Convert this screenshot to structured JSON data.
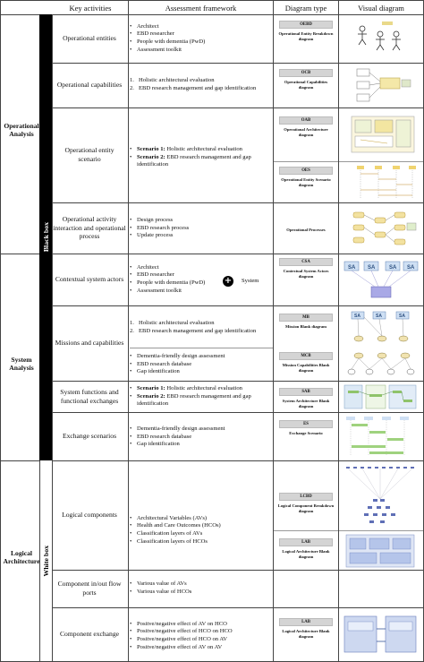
{
  "headers": {
    "key_activities": "Key activities",
    "assessment_framework": "Assessment framework",
    "diagram_type": "Diagram type",
    "visual_diagram": "Visual diagram"
  },
  "phases": {
    "operational": "Operational Analysis",
    "system": "System Analysis",
    "logical": "Logical Architecture"
  },
  "boxes": {
    "black": "Black box",
    "white": "White box"
  },
  "rows": [
    {
      "activity": "Operational entities",
      "framework": [
        "Architect",
        "EBD researcher",
        "People with dementia (PwD)",
        "Assessment toolkit"
      ],
      "diagrams": [
        {
          "tag": "OEBD",
          "name": "Operational Entity Breakdown diagram"
        }
      ]
    },
    {
      "activity": "Operational capabilities",
      "framework": [
        "Holistic architectural evaluation",
        "EBD research management and gap identification"
      ],
      "diagrams": [
        {
          "tag": "OCB",
          "name": "Operational Capabilities diagram"
        }
      ]
    },
    {
      "activity": "Operational entity scenario",
      "framework": [
        {
          "bold": "Scenario 1:",
          "text": " Holistic architectural evaluation"
        },
        {
          "bold": "Scenario 2:",
          "text": " EBD research management and gap identification"
        }
      ],
      "diagrams": [
        {
          "tag": "OAB",
          "name": "Operational Architecture diagram"
        },
        {
          "tag": "OES",
          "name": "Operational Entity Scenario diagram"
        }
      ]
    },
    {
      "activity": "Operational activity interaction and operational process",
      "framework": [
        "Design process",
        "EBD research process",
        "Update process"
      ],
      "diagrams": [
        {
          "tag": "",
          "name": "Operational Processes"
        }
      ]
    },
    {
      "activity": "Contextual system actors",
      "framework": [
        "Architect",
        "EBD researcher",
        "People with dementia (PwD)",
        "Assessment toolkit"
      ],
      "system_label": "System",
      "plus": "+",
      "diagrams": [
        {
          "tag": "CSA",
          "name": "Contextual System Actors diagram"
        }
      ]
    },
    {
      "activity": "Missions and capabilities",
      "framework_a": [
        "Holistic architectural evaluation",
        "EBD research management and gap identification"
      ],
      "framework_b": [
        "Dementia-friendly design assessment",
        "EBD research database",
        "Gap identification"
      ],
      "diagrams": [
        {
          "tag": "MB",
          "name": "Mission Blank diagram"
        },
        {
          "tag": "MCB",
          "name": "Mission Capabilities Blank diagram"
        }
      ]
    },
    {
      "activity": "System functions and functional exchanges",
      "framework": [
        {
          "bold": "Scenario 1:",
          "text": " Holistic architectural evaluation"
        },
        {
          "bold": "Scenario 2:",
          "text": " EBD research management and gap identification"
        }
      ],
      "diagrams": [
        {
          "tag": "SAB",
          "name": "System Architecture Blank diagram"
        }
      ]
    },
    {
      "activity": "Exchange scenarios",
      "framework": [
        "Dementia-friendly design assessment",
        "EBD research database",
        "Gap identification"
      ],
      "diagrams": [
        {
          "tag": "ES",
          "name": "Exchange Scenario"
        }
      ]
    },
    {
      "activity": "Logical components",
      "framework": [
        "Architectural Variables (AVs)",
        "Health and Care Outcomes (HCOs)",
        "Classification layers of AVs",
        "Classification layers of HCOs"
      ],
      "diagrams": [
        {
          "tag": "LCBD",
          "name": "Logical Component Breakdown diagram"
        },
        {
          "tag": "LAB",
          "name": "Logical Architecture Blank diagram"
        }
      ]
    },
    {
      "activity": "Component in/out flow ports",
      "framework": [
        "Various value of AVs",
        "Various value of HCOs"
      ],
      "diagrams": []
    },
    {
      "activity": "Component exchange",
      "framework": [
        "Positve/negative effect of AV on HCO",
        "Positve/negative effect of HCO on HCO",
        "Positve/negative effect of HCO on AV",
        "Positve/negative effect of AV on AV"
      ],
      "diagrams": [
        {
          "tag": "LAB",
          "name": "Logical Architecture Blank diagram"
        }
      ]
    }
  ],
  "thumbnail_labels": {
    "sa": "SA"
  }
}
